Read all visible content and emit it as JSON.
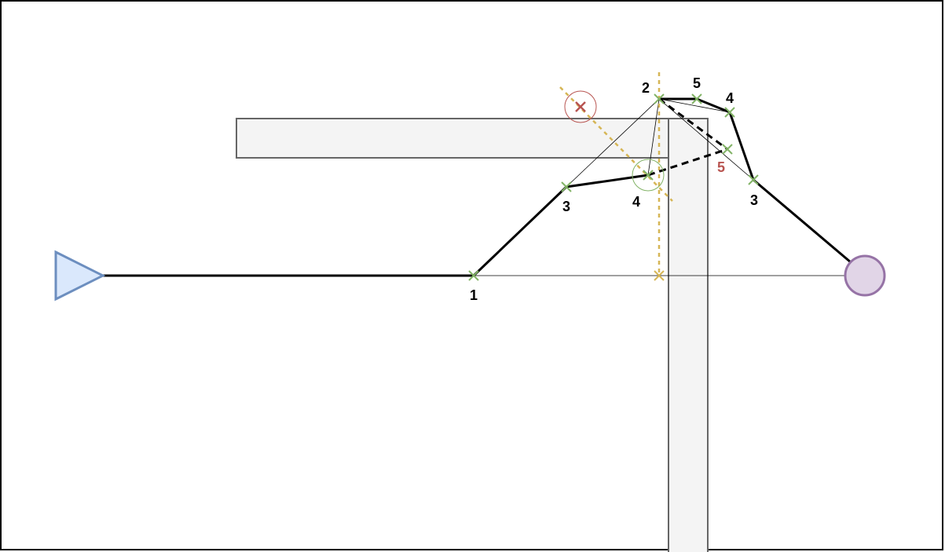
{
  "colors": {
    "border": "#000000",
    "wall_fill": "#f4f4f4",
    "wall_stroke": "#666666",
    "path": "#000000",
    "marker_green": "#82b366",
    "marker_red": "#b85450",
    "guide_yellow": "#d6b656",
    "start_fill": "#dae8fc",
    "start_stroke": "#6c8ebf",
    "goal_fill": "#e1d5e7",
    "goal_stroke": "#9673a6"
  },
  "labels": {
    "p1": "1",
    "p2": "2",
    "p3_left": "3",
    "p4_left": "4",
    "p5_top": "5",
    "p4_right": "4",
    "p5_red": "5",
    "p3_right": "3"
  }
}
